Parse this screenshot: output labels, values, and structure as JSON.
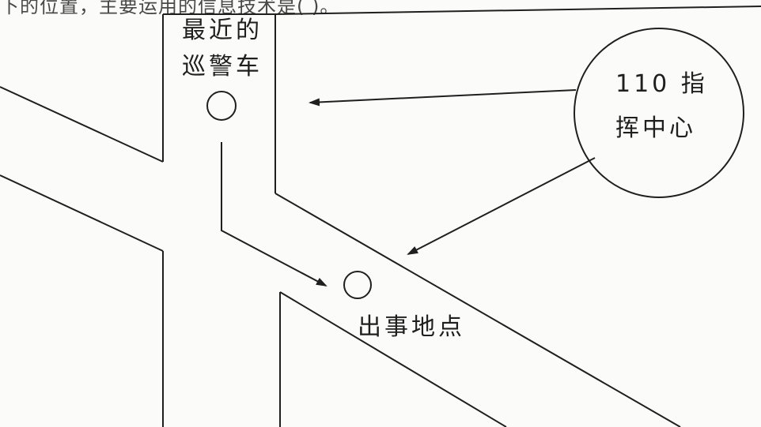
{
  "page": {
    "top_caption": "下的位置，主要运用的信息技术是(   )。"
  },
  "diagram": {
    "car_label": [
      "最近的",
      "巡警车"
    ],
    "center_label": [
      "110 指",
      "挥中心"
    ],
    "incident_label": "出事地点"
  },
  "colors": {
    "ink": "#1f1f1f",
    "paper": "#fbfbfa"
  }
}
